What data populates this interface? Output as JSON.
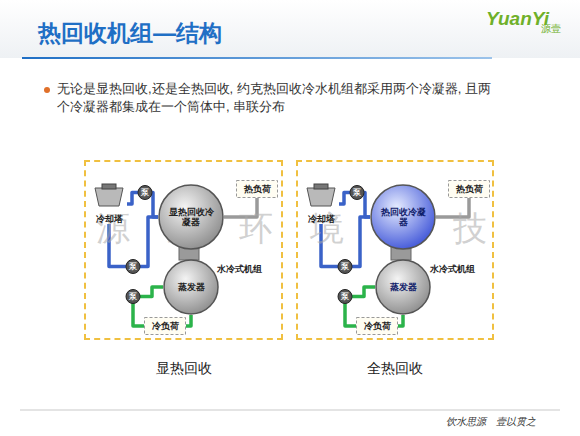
{
  "diagram": {
    "title": "热回收机组—结构",
    "nodes": [
      {
        "text": [
          "显热回收"
        ]
      },
      {
        "text": [
          "冷却塔"
        ],
        "in": 0
      },
      {
        "text": [
          "泵"
        ],
        "in": 0
      },
      {
        "text": [
          "热负荷"
        ],
        "in": 0
      },
      {
        "text": [
          "显热回收冷凝器"
        ],
        "in": 0
      },
      {
        "text": [
          "泵"
        ],
        "in": 0
      },
      {
        "text": [
          "蒸发器"
        ],
        "in": 0
      },
      {
        "text": [
          "泵"
        ],
        "in": 0
      },
      {
        "text": [
          "冷负荷"
        ],
        "in": 0
      },
      {
        "text": [
          "全热回收"
        ]
      },
      {
        "text": [
          "冷却塔"
        ],
        "in": 9
      },
      {
        "text": [
          "泵"
        ],
        "in": 9
      },
      {
        "text": [
          "热负荷"
        ],
        "in": 9
      },
      {
        "text": [
          "热回收冷凝器"
        ],
        "in": 9
      },
      {
        "text": [
          "泵"
        ],
        "in": 9
      },
      {
        "text": [
          "蒸发器"
        ],
        "in": 9
      },
      {
        "text": [
          "泵"
        ],
        "in": 9
      },
      {
        "text": [
          "冷负荷"
        ],
        "in": 9
      }
    ],
    "edges": [
      {
        "from": 1,
        "to": 2,
        "arrow": "none"
      },
      {
        "from": 2,
        "to": 4,
        "arrow": "none"
      },
      {
        "from": 4,
        "to": 3,
        "arrow": "none"
      },
      {
        "from": 1,
        "to": 5,
        "arrow": "none"
      },
      {
        "from": 5,
        "to": 4,
        "arrow": "none"
      },
      {
        "from": 6,
        "to": 7,
        "arrow": "none"
      },
      {
        "from": 7,
        "to": 8,
        "arrow": "none"
      },
      {
        "from": 8,
        "to": 6,
        "arrow": "none"
      },
      {
        "from": 10,
        "to": 11,
        "arrow": "none"
      },
      {
        "from": 11,
        "to": 13,
        "arrow": "none"
      },
      {
        "from": 13,
        "to": 12,
        "arrow": "none"
      },
      {
        "from": 10,
        "to": 14,
        "arrow": "none"
      },
      {
        "from": 14,
        "to": 13,
        "arrow": "none"
      },
      {
        "from": 15,
        "to": 16,
        "arrow": "none"
      },
      {
        "from": 16,
        "to": 17,
        "arrow": "none"
      },
      {
        "from": 17,
        "to": 15,
        "arrow": "none"
      }
    ],
    "labels": [
      "YuanYi",
      "源壹",
      "无论是显热回收,还是全热回收, 约克热回收冷水机组都采用两个冷凝器, 且两个冷凝器都集成在一个筒体中, 串联分布",
      "水冷式机组",
      "水冷式机组",
      "源 壹 环 境 科 技",
      "饮水思源　壹以贯之"
    ]
  }
}
